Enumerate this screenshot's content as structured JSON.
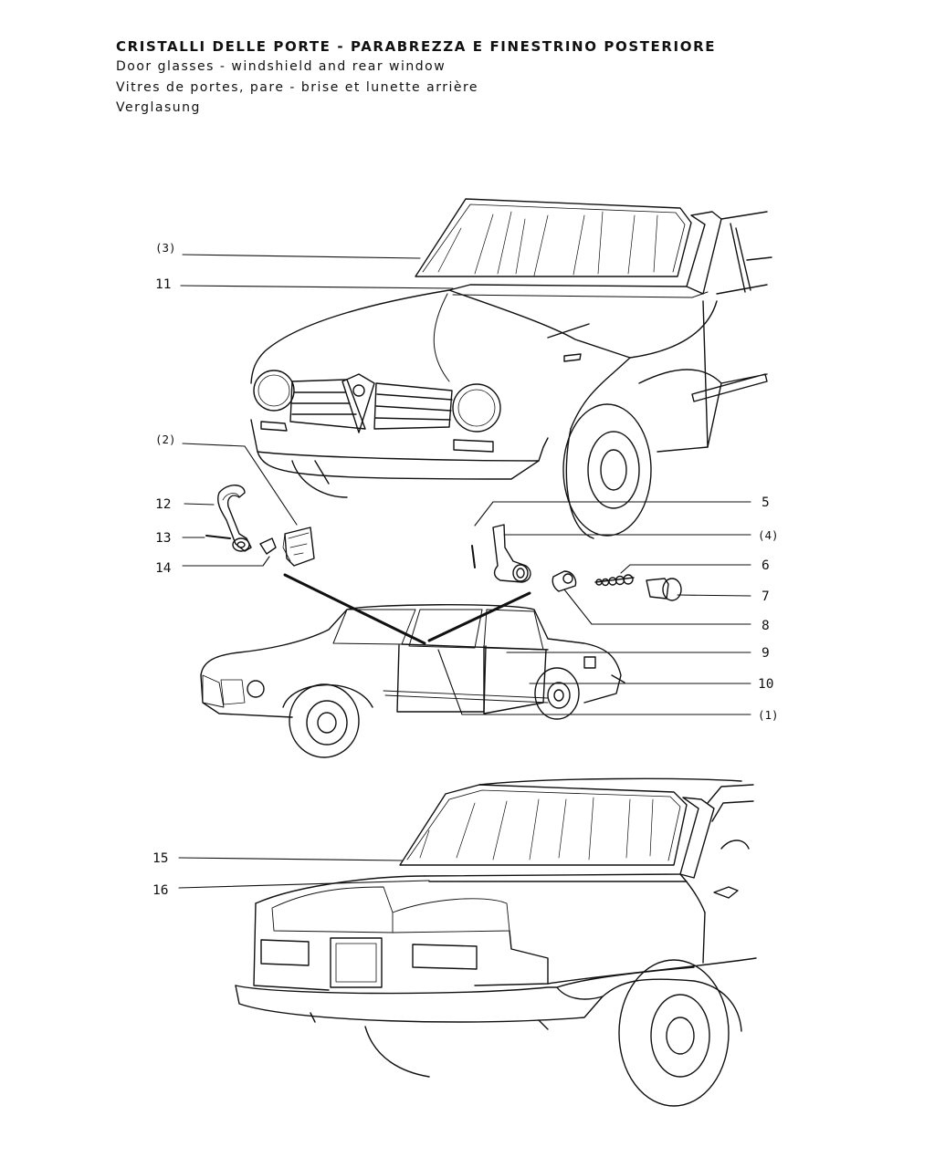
{
  "header": {
    "title_it": "CRISTALLI DELLE PORTE - PARABREZZA E FINESTRINO POSTERIORE",
    "title_en": "Door glasses - windshield and rear window",
    "title_fr": "Vitres de portes, pare - brise et lunette arrière",
    "title_de": "Verglasung"
  },
  "callouts": {
    "c3": "(3)",
    "c11": "11",
    "c2": "(2)",
    "c12": "12",
    "c13": "13",
    "c14": "14",
    "c5": "5",
    "c4": "(4)",
    "c6": "6",
    "c7": "7",
    "c8": "8",
    "c9": "9",
    "c10": "10",
    "c1": "(1)",
    "c15": "15",
    "c16": "16"
  },
  "colors": {
    "ink": "#111111",
    "paper": "#ffffff"
  }
}
